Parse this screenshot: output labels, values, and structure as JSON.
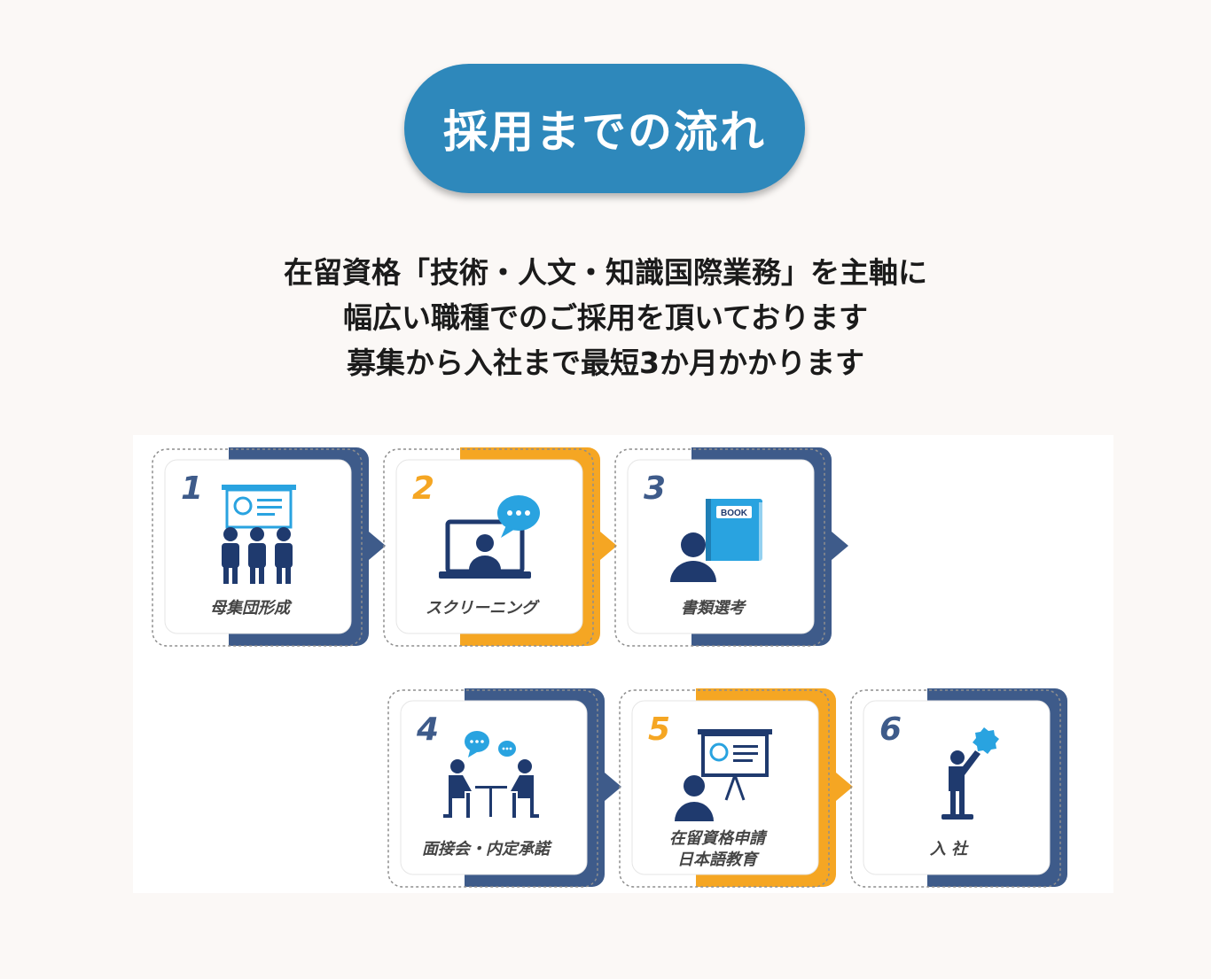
{
  "header": {
    "title": "採用までの流れ"
  },
  "description": {
    "lines": [
      "在留資格「技術・人文・知識国際業務」を主軸に",
      "幅広い職種でのご採用を頂いております",
      "募集から入社まで最短3か月かかります"
    ]
  },
  "steps": [
    {
      "number": "1",
      "label": "母集団形成",
      "icon": "group-presentation-icon",
      "accent": "blue"
    },
    {
      "number": "2",
      "label": "スクリーニング",
      "icon": "video-call-icon",
      "accent": "orange"
    },
    {
      "number": "3",
      "label": "書類選考",
      "icon": "document-review-icon",
      "accent": "blue",
      "book_label": "BOOK"
    },
    {
      "number": "4",
      "label": "面接会・内定承諾",
      "icon": "interview-icon",
      "accent": "blue"
    },
    {
      "number": "5",
      "label_line1": "在留資格申請",
      "label_line2": "日本語教育",
      "icon": "training-icon",
      "accent": "orange"
    },
    {
      "number": "6",
      "label": "入 社",
      "icon": "join-company-icon",
      "accent": "blue"
    }
  ],
  "colors": {
    "pill": "#2e88bb",
    "blue_accent": "#3e5b8a",
    "orange_accent": "#f5a623",
    "icon_navy": "#1f3a6e",
    "icon_light": "#29a3e0"
  }
}
